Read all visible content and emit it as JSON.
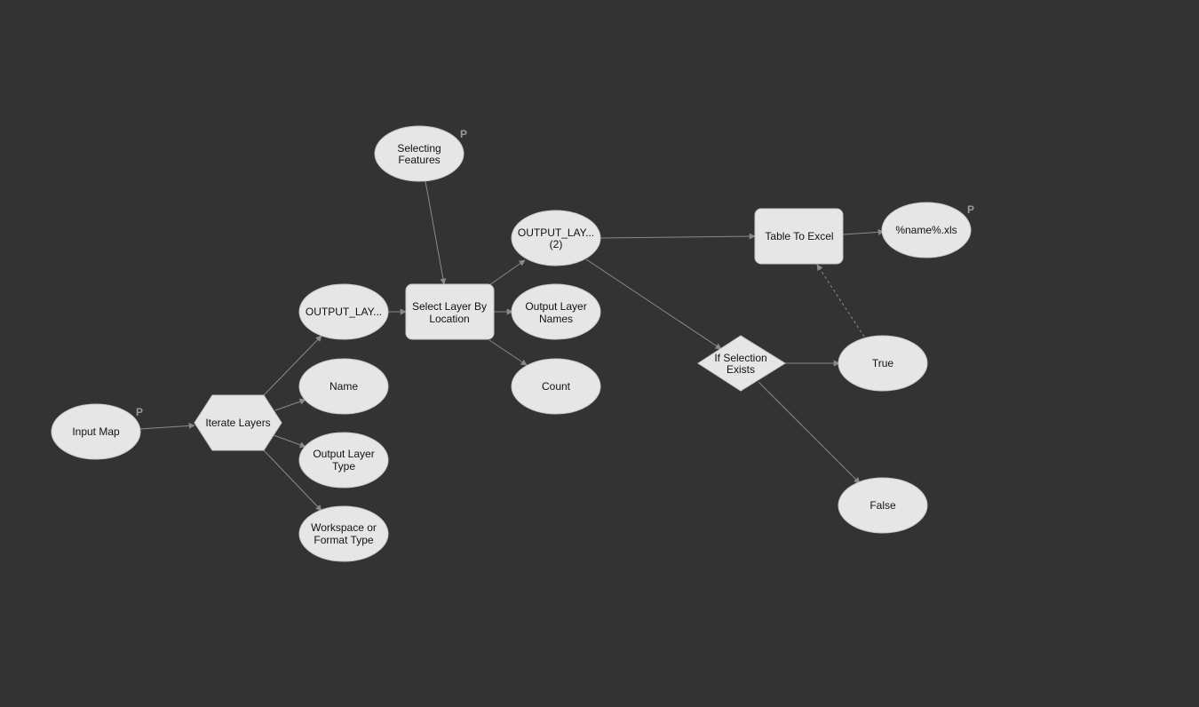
{
  "diagram": {
    "background": "#333333",
    "node_fill": "#e6e6e6",
    "edge_color": "#8a8a8a",
    "nodes": {
      "input_map": {
        "lines": [
          "Input Map"
        ],
        "badge": "P"
      },
      "iterate_layers": {
        "lines": [
          "Iterate Layers"
        ]
      },
      "output_lay_1": {
        "lines": [
          "OUTPUT_LAY..."
        ]
      },
      "name": {
        "lines": [
          "Name"
        ]
      },
      "output_layer_type": {
        "lines": [
          "Output Layer",
          "Type"
        ]
      },
      "workspace_format": {
        "lines": [
          "Workspace or",
          "Format Type"
        ]
      },
      "selecting_features": {
        "lines": [
          "Selecting",
          "Features"
        ],
        "badge": "P"
      },
      "select_layer_by_location": {
        "lines": [
          "Select Layer By",
          "Location"
        ]
      },
      "output_lay_2": {
        "lines": [
          "OUTPUT_LAY...",
          "(2)"
        ]
      },
      "output_layer_names": {
        "lines": [
          "Output Layer",
          "Names"
        ]
      },
      "count": {
        "lines": [
          "Count"
        ]
      },
      "if_selection_exists": {
        "lines": [
          "If Selection",
          "Exists"
        ]
      },
      "table_to_excel": {
        "lines": [
          "Table To Excel"
        ]
      },
      "name_xls": {
        "lines": [
          "%name%.xls"
        ],
        "badge": "P"
      },
      "true": {
        "lines": [
          "True"
        ]
      },
      "false": {
        "lines": [
          "False"
        ]
      }
    }
  }
}
